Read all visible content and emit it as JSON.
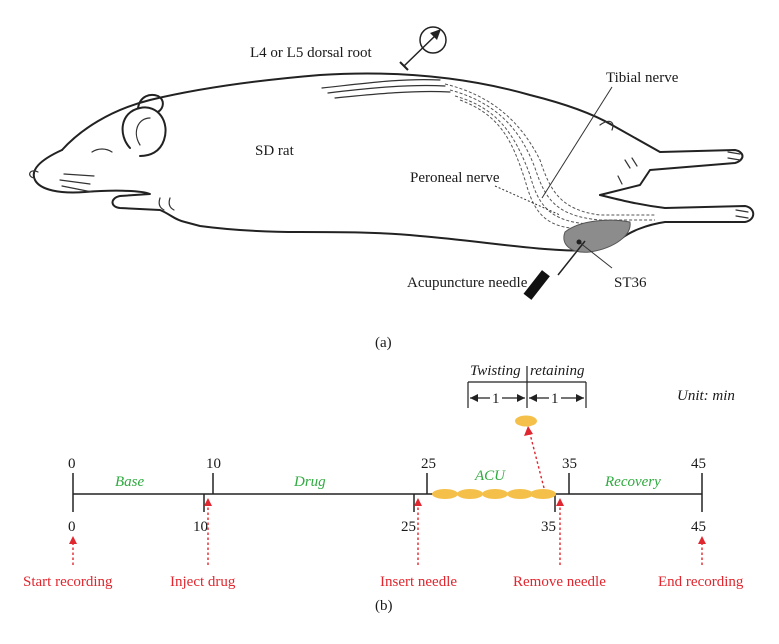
{
  "panel_a": {
    "label": "(a)",
    "labels": {
      "dorsal_root": "L4 or L5 dorsal root",
      "tibial": "Tibial nerve",
      "rat": "SD rat",
      "peroneal": "Peroneal nerve",
      "needle": "Acupuncture needle",
      "st36": "ST36"
    }
  },
  "panel_b": {
    "label": "(b)",
    "legend": {
      "twisting": "Twisting",
      "retaining": "retaining",
      "one_left": "1",
      "one_right": "1",
      "unit": "Unit: min"
    },
    "ticks_top": [
      "0",
      "10",
      "25",
      "35",
      "45"
    ],
    "ticks_bottom": [
      "0",
      "10",
      "25",
      "35",
      "45"
    ],
    "phases": [
      "Base",
      "Drug",
      "ACU",
      "Recovery"
    ],
    "events": [
      "Start recording",
      "Inject drug",
      "Insert needle",
      "Remove needle",
      "End recording"
    ],
    "colors": {
      "phase_text": "#2eaa3e",
      "event_text": "#e0262e",
      "acu_ellipse": "#f5c04a"
    }
  }
}
